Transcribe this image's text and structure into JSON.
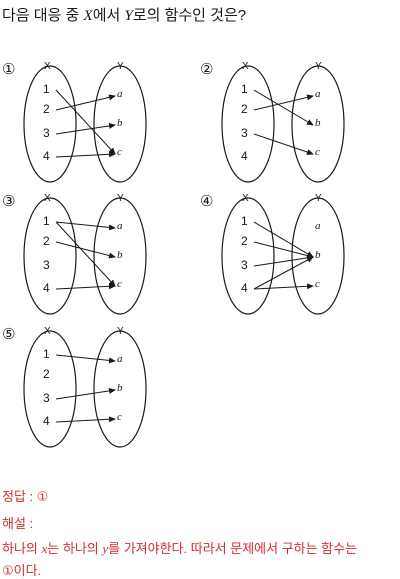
{
  "question": {
    "prefix": "다음 대응 중 ",
    "var_x": "X",
    "middle": "에서 ",
    "var_y": "Y",
    "suffix": "로의 함수인 것은?"
  },
  "set_labels": {
    "domain": "X",
    "codomain": "Y"
  },
  "domain_elements": [
    "1",
    "2",
    "3",
    "4"
  ],
  "codomain_elements": [
    "a",
    "b",
    "c"
  ],
  "options": [
    {
      "number": "①",
      "mappings": [
        [
          "1",
          "c"
        ],
        [
          "2",
          "a"
        ],
        [
          "3",
          "b"
        ],
        [
          "4",
          "c"
        ]
      ]
    },
    {
      "number": "②",
      "mappings": [
        [
          "1",
          "b"
        ],
        [
          "2",
          "a"
        ],
        [
          "3",
          "c"
        ]
      ]
    },
    {
      "number": "③",
      "mappings": [
        [
          "1",
          "a"
        ],
        [
          "1",
          "c"
        ],
        [
          "2",
          "b"
        ],
        [
          "4",
          "c"
        ]
      ]
    },
    {
      "number": "④",
      "mappings": [
        [
          "1",
          "b"
        ],
        [
          "2",
          "b"
        ],
        [
          "3",
          "b"
        ],
        [
          "4",
          "b"
        ],
        [
          "4",
          "c"
        ]
      ]
    },
    {
      "number": "⑤",
      "mappings": [
        [
          "1",
          "a"
        ],
        [
          "3",
          "b"
        ],
        [
          "4",
          "c"
        ]
      ]
    }
  ],
  "answer": {
    "correct_label": "정답 : ①",
    "explanation_label": "해설 :",
    "line1_a": "하나의 ",
    "line1_x": "x",
    "line1_b": "는 하나의 ",
    "line1_y": "y",
    "line1_c": "를 가져야한다. 따라서 문제에서 구하는 함수는",
    "line2": "①이다."
  }
}
